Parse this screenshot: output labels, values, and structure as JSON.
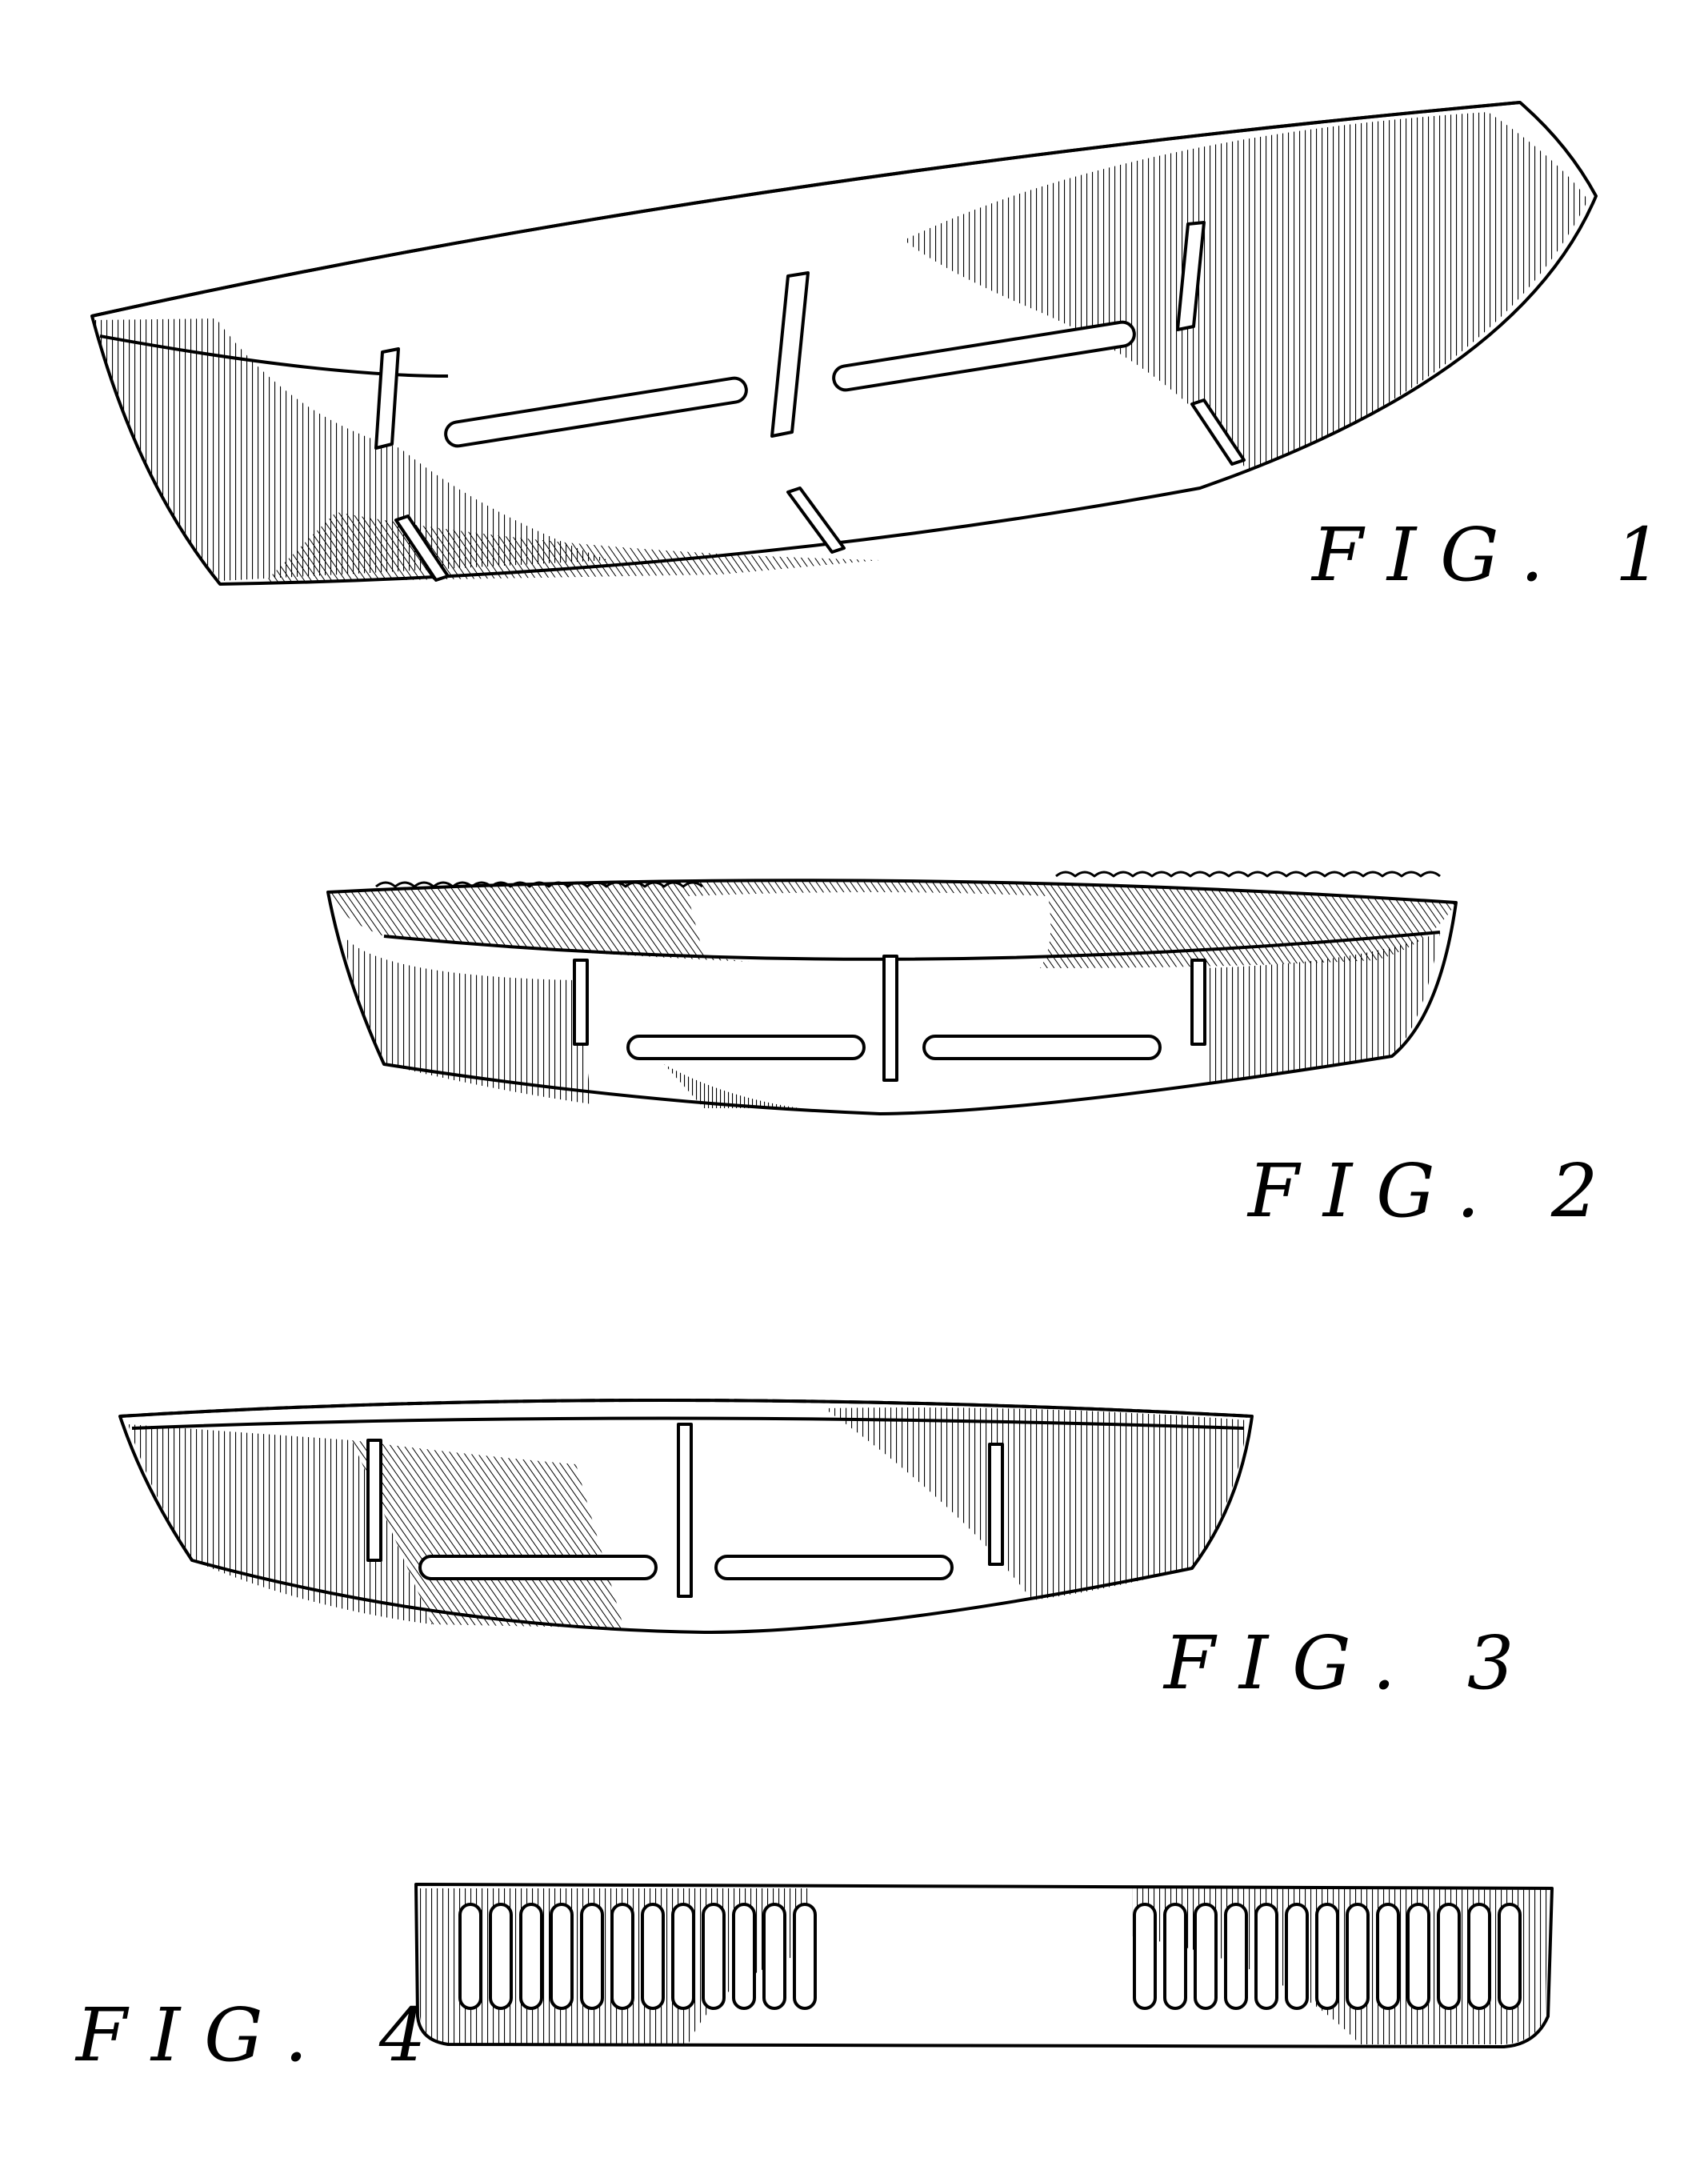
{
  "figures": [
    {
      "id": "fig1",
      "label": "FIG. 1",
      "view": "perspective"
    },
    {
      "id": "fig2",
      "label": "FIG. 2",
      "view": "front elevation"
    },
    {
      "id": "fig3",
      "label": "FIG. 3",
      "view": "rear elevation"
    },
    {
      "id": "fig4",
      "label": "FIG. 4",
      "view": "side elevation"
    }
  ],
  "colors": {
    "ink": "#000000",
    "paper": "#ffffff"
  }
}
